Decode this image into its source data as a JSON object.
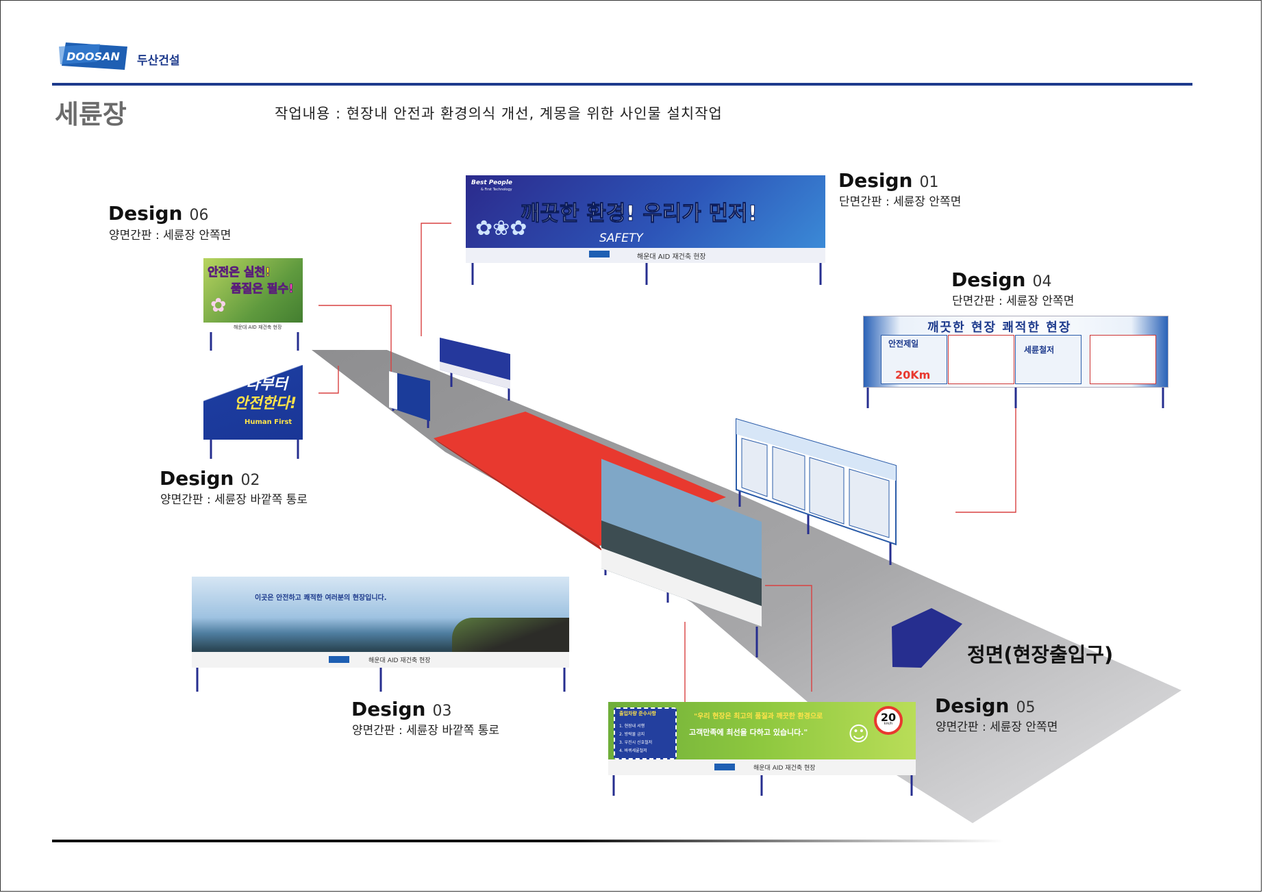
{
  "header": {
    "logo_text": "DOOSAN",
    "company_ko": "두산건설",
    "page_title": "세륜장",
    "work_description": "작업내용 : 현장내 안전과 환경의식 개선, 계몽을 위한 사인물 설치작업"
  },
  "designs": {
    "d01": {
      "label": "Design",
      "number": "01",
      "subtitle": "단면간판 : 세륜장 안쪽면"
    },
    "d02": {
      "label": "Design",
      "number": "02",
      "subtitle": "양면간판 : 세륜장 바깥쪽 통로"
    },
    "d03": {
      "label": "Design",
      "number": "03",
      "subtitle": "양면간판 : 세륜장 바깥쪽 통로"
    },
    "d04": {
      "label": "Design",
      "number": "04",
      "subtitle": "단면간판 : 세륜장 안쪽면"
    },
    "d05": {
      "label": "Design",
      "number": "05",
      "subtitle": "양면간판 : 세륜장 안쪽면"
    },
    "d06": {
      "label": "Design",
      "number": "06",
      "subtitle": "양면간판 : 세륜장 안쪽면"
    }
  },
  "entrance_label": "정면(현장출입구)",
  "signs": {
    "site_name": "해운대 AID 재건축 현장",
    "d01_tag": "Best People",
    "d01_tag2": "& First Technology",
    "d01_headline": "깨끗한 환경! 우리가 먼저!",
    "d01_safety": "SAFETY",
    "d06_line1": "안전은 실천!",
    "d06_line2": "품질은 필수!",
    "d02_line1": "나부터",
    "d02_line2": "안전한다!",
    "d02_human": "Human First",
    "d03_headline": "이곳은 안전하고 쾌적한 여러분의 현장입니다.",
    "d04_title": "깨끗한 현장 쾌적한 현장",
    "d04_panel1": "안전제일",
    "d04_panel1b": "20Km",
    "d04_panel3": "세륜철저",
    "d05_rules_title": "출입차량 준수사항",
    "d05_rules": [
      "1. 현장내 서행",
      "2. 방락물 금지",
      "3. 우진시 신호철저",
      "4. 바퀴세륜철저"
    ],
    "d05_quote1": "\"우리 현장은 최고의 품질과 깨끗한 환경으로",
    "d05_quote2": "고객만족에 최선을 다하고 있습니다.\"",
    "d05_speed": "20",
    "d05_unit": "km/h"
  },
  "colors": {
    "brand_blue": "#1d3a8c",
    "road_gray": "#a9a9ab",
    "red_zone": "#e8392f",
    "leader_red": "#d94040"
  }
}
